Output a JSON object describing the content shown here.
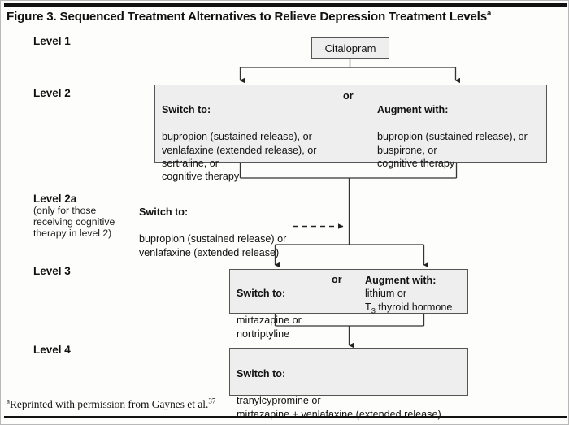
{
  "figure": {
    "title": "Figure 3. Sequenced Treatment Alternatives to Relieve Depression Treatment Levels",
    "title_superscript": "a",
    "footnote_marker": "a",
    "footnote_text": "Reprinted with permission from Gaynes et al.",
    "footnote_reference": "37"
  },
  "levels": {
    "level1_label": "Level 1",
    "level2_label": "Level 2",
    "level2a_label": "Level 2a",
    "level2a_note": "(only for those receiving cognitive therapy in level 2)",
    "level3_label": "Level 3",
    "level4_label": "Level 4"
  },
  "nodes": {
    "level1": {
      "text": "Citalopram"
    },
    "level2": {
      "left_heading": "Switch to:",
      "left_options": "bupropion (sustained release), or\nvenlafaxine (extended release), or\nsertraline, or\ncognitive therapy",
      "separator": "or",
      "right_heading": "Augment with:",
      "right_options": "bupropion (sustained release), or\nbuspirone, or\ncognitive therapy"
    },
    "level2a": {
      "heading": "Switch to:",
      "options": "bupropion (sustained release) or\nvenlafaxine (extended release)"
    },
    "level3": {
      "left_heading": "Switch to:",
      "left_options": "mirtazapine or\nnortriptyline",
      "separator": "or",
      "right_heading": "Augment with:",
      "right_option_1": "lithium or",
      "right_option_2_pre": "T",
      "right_option_2_sub": "3",
      "right_option_2_post": " thyroid hormone"
    },
    "level4": {
      "heading": "Switch to:",
      "options": "tranylcypromine or\nmirtazapine + venlafaxine (extended release)"
    }
  },
  "style": {
    "box_fill": "#eeeeee",
    "box_border": "#555555",
    "line_color": "#333333",
    "text_color": "#111111",
    "page_background": "#fdfdfb"
  }
}
